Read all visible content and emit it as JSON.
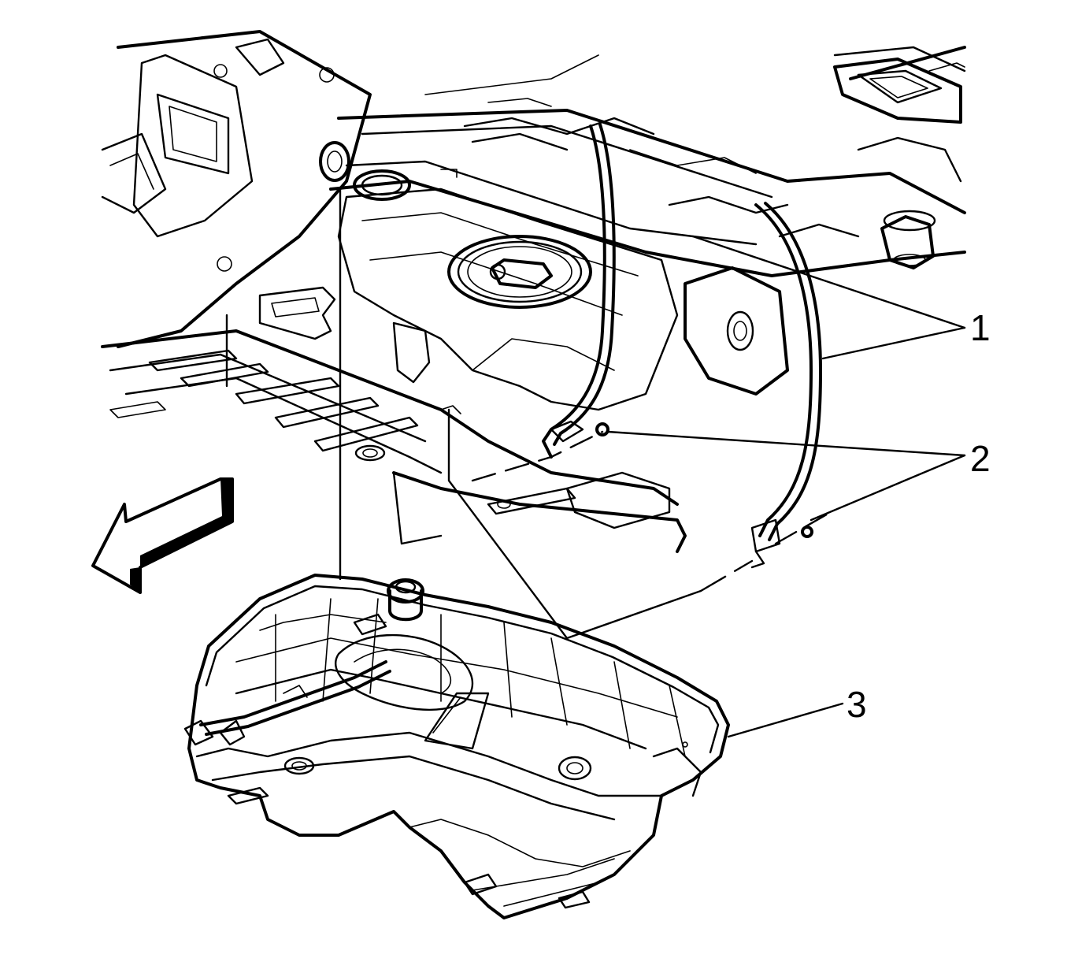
{
  "diagram": {
    "callouts": [
      {
        "id": "1",
        "label": "1"
      },
      {
        "id": "2",
        "label": "2"
      },
      {
        "id": "3",
        "label": "3"
      }
    ],
    "colors": {
      "line": "#000000",
      "fill": "#ffffff"
    },
    "icons": [
      "front-direction-arrow-icon"
    ]
  }
}
